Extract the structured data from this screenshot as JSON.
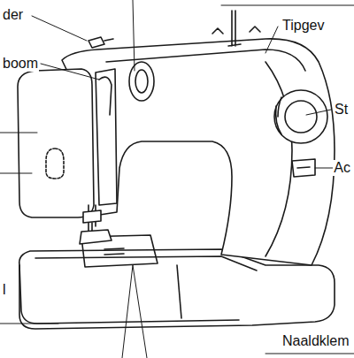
{
  "diagram": {
    "labels": [
      "der",
      "boom",
      "Tipgev",
      "St",
      "Ac",
      "l",
      "Naaldklem"
    ]
  }
}
